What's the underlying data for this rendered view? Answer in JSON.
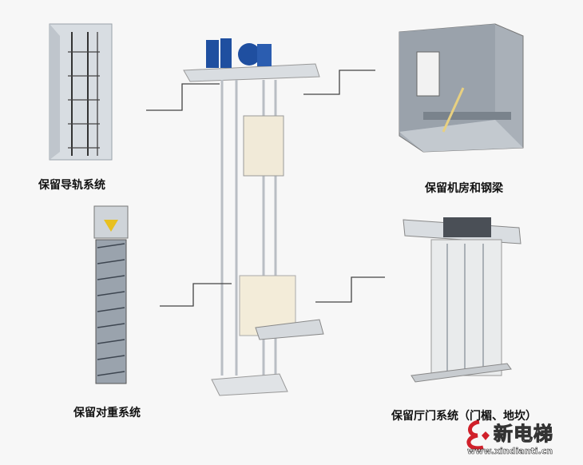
{
  "labels": {
    "guide_rail": "保留导轨系统",
    "machine_room": "保留机房和钢梁",
    "counterweight": "保留对重系统",
    "landing_door": "保留厅门系统（门楣、地坎）"
  },
  "logo": {
    "name": "新电梯",
    "url": "www.xindianti.cn"
  },
  "colors": {
    "background": "#f7f7f7",
    "frame": "#c9ced3",
    "machine_blue": "#1f4fa0",
    "logo_red": "#d0202a"
  }
}
